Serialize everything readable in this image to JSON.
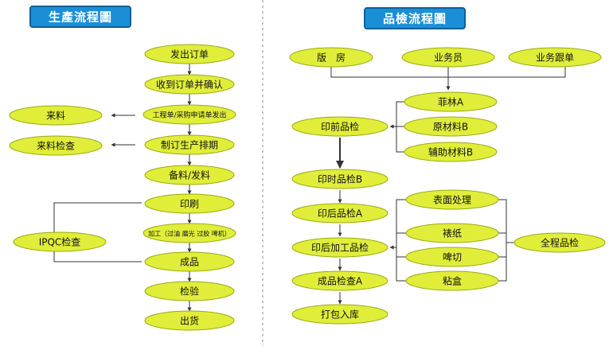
{
  "colors": {
    "node_fill": "#e0ee3a",
    "node_stroke": "#9aab10",
    "title_fill": "#1a8fd8",
    "title_stroke": "#0b5f9a",
    "line": "#333333",
    "divider": "#8a8a8a"
  },
  "production": {
    "title": "生產流程圖",
    "main": [
      "发出订单",
      "收到订单并确认",
      "工程单/采购申请单发出",
      "制订生产排期",
      "备料/发料",
      "印刷",
      "加工（过油 磨光 过胶 啤机）",
      "成品",
      "检验",
      "出货"
    ],
    "side": [
      "来料",
      "来料检查"
    ],
    "ipqc": "IPQC检查"
  },
  "qc": {
    "title": "品檢流程圖",
    "top": [
      "版　房",
      "业务员",
      "业务跟单"
    ],
    "chain": [
      "印前品检",
      "印时品检B",
      "印后品检A",
      "印后加工品检",
      "成品检查A",
      "打包入库"
    ],
    "materials": [
      "菲林A",
      "原材料B",
      "辅助材料B"
    ],
    "processes": [
      "表面处理",
      "裱纸",
      "啤切",
      "粘盒"
    ],
    "overall": "全程品检"
  }
}
